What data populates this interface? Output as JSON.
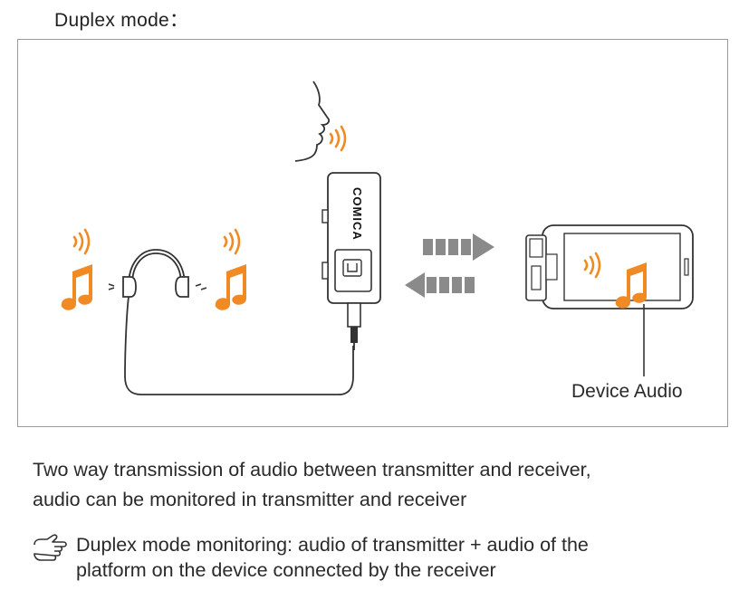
{
  "heading": "Duplex mode：",
  "diagram": {
    "brand_text": "COMICA",
    "device_audio_label": "Device Audio",
    "colors": {
      "accent_orange": "#f08a24",
      "line": "#333333",
      "arrow_gray": "#8a8a8a"
    },
    "icons": [
      "speaking-face-icon",
      "sound-waves-icon",
      "music-note-icon",
      "headphones-icon",
      "transmitter-icon",
      "smartphone-icon",
      "arrow-right-icon",
      "arrow-left-icon"
    ]
  },
  "description": {
    "line1": "Two way transmission of audio between transmitter and receiver,",
    "line2": "audio can be monitored in transmitter and receiver"
  },
  "note": {
    "line1": "Duplex mode monitoring: audio of transmitter + audio of the",
    "line2": "platform on the device connected by the receiver"
  }
}
